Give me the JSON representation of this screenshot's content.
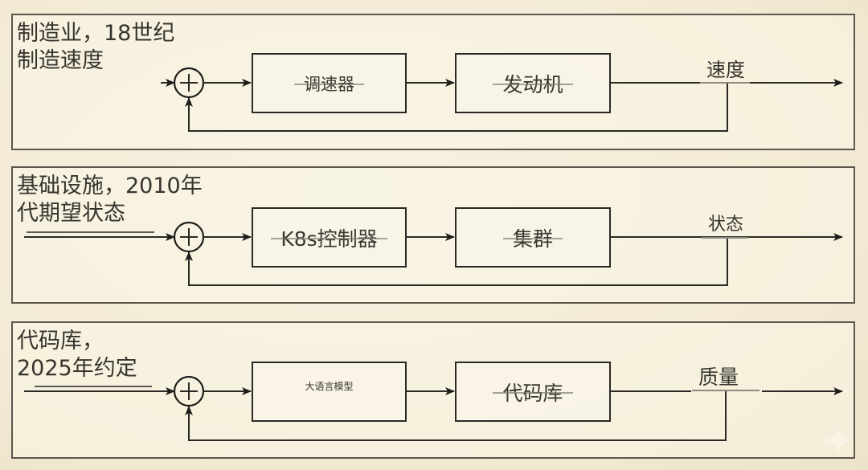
{
  "diagram": {
    "title": "Feedback control loops across eras",
    "panels": [
      {
        "caption": "制造业，18世纪\n制造速度",
        "controller": "调速器",
        "plant": "发动机",
        "output": "速度",
        "junction_symbol": "+"
      },
      {
        "caption": "基础设施，2010年\n代期望状态",
        "controller": "K8s控制器",
        "plant": "集群",
        "output": "状态",
        "junction_symbol": "+"
      },
      {
        "caption": "代码库，\n2025年约定",
        "controller": "大语言模型",
        "plant": "代码库",
        "output": "质量",
        "junction_symbol": "+"
      }
    ],
    "colors": {
      "background": "#f3ebd6",
      "line": "#2b2925",
      "text": "#37342e"
    },
    "watermark_icon": "sparkle-icon"
  }
}
